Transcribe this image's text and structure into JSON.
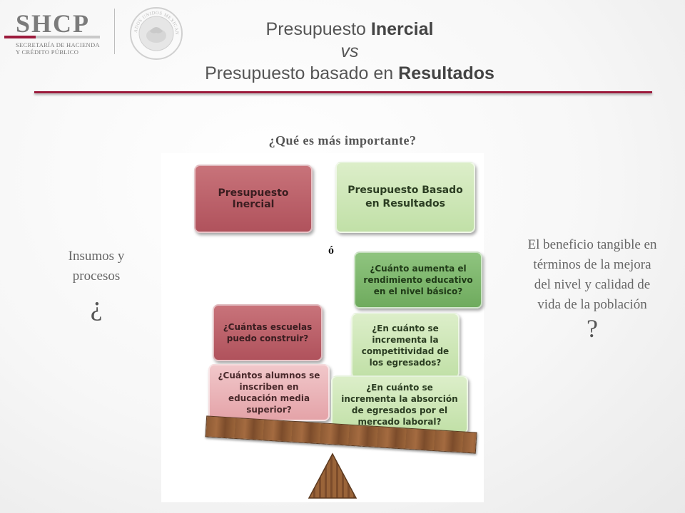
{
  "header": {
    "logo_text": "SHCP",
    "logo_sub_1": "SECRETARÍA DE HACIENDA",
    "logo_sub_2": "Y CRÉDITO PÚBLICO",
    "seal_text": "ESTADOS UNIDOS MEXICANOS"
  },
  "title": {
    "line1_prefix": "Presupuesto ",
    "line1_bold": "Inercial",
    "line2": "vs",
    "line3_prefix": "Presupuesto basado en ",
    "line3_bold": "Resultados"
  },
  "question": "¿Qué es más importante?",
  "left": {
    "text_1": "Insumos y",
    "text_2": "procesos",
    "mark": "¿"
  },
  "right": {
    "text_1": "El beneficio tangible en",
    "text_2": "términos de la mejora",
    "text_3": "del nivel y calidad de",
    "text_4": "vida de la población",
    "mark": "?"
  },
  "diagram": {
    "or_label": "ó",
    "header_left": "Presupuesto Inercial",
    "header_right": "Presupuesto Basado en Resultados",
    "left_items": [
      "¿Cuántas escuelas puedo construir?",
      "¿Cuántos alumnos se inscriben en educación media superior?"
    ],
    "right_items": [
      "¿Cuánto aumenta el rendimiento educativo en el nivel básico?",
      "¿En cuánto se incrementa la competitividad de los egresados?",
      "¿En cuánto se incrementa la absorción de egresados por el mercado laboral?"
    ]
  },
  "colors": {
    "brand": "#9c1b3c",
    "red_box": "#b0525c",
    "pink_box": "#e4a3a8",
    "dark_green_box": "#6fab5e",
    "light_green_box": "#c1e0a7",
    "plank": "#8d5a34"
  }
}
